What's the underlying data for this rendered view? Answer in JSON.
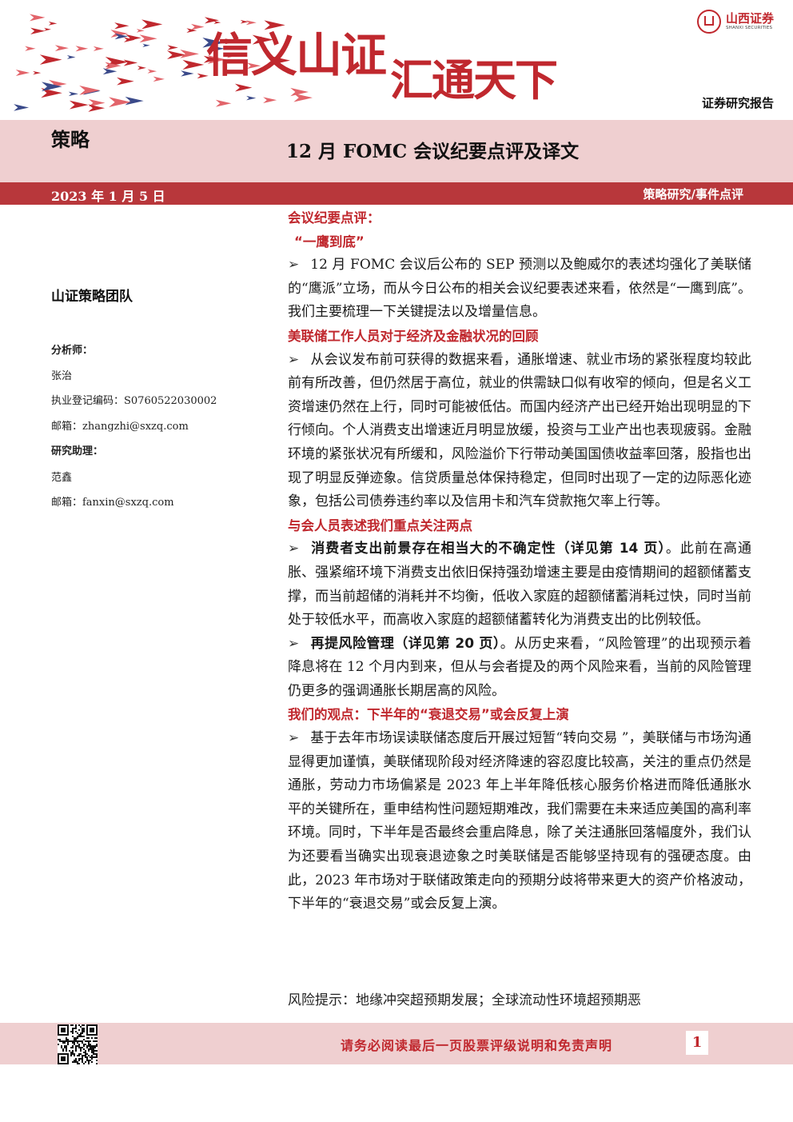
{
  "header": {
    "slogan_1": "信义山证",
    "slogan_2": "汇通天下",
    "logo_cn": "山西证券",
    "logo_en": "SHANXI SECURITIES",
    "report_type": "证券研究报告",
    "category": "策略",
    "title": "12 月 FOMC 会议纪要点评及译文",
    "date": "2023 年 1 月 5 日",
    "section_tag": "策略研究/事件点评"
  },
  "colors": {
    "brand_red": "#c0282e",
    "band_pink": "#efcfd0",
    "date_band": "#b8373b"
  },
  "left": {
    "team": "山证策略团队",
    "analyst_label": "分析师：",
    "analyst_name": "张治",
    "license": "执业登记编码：S0760522030002",
    "analyst_email": "邮箱：zhangzhi@sxzq.com",
    "assistant_label": "研究助理：",
    "assistant_name": "范鑫",
    "assistant_email": "邮箱：fanxin@sxzq.com"
  },
  "body": {
    "h1": "会议纪要点评：",
    "h1b": "“一鹰到底”",
    "p1": "12 月 FOMC 会议后公布的 SEP 预测以及鲍威尔的表述均强化了美联储的“鹰派”立场，而从今日公布的相关会议纪要表述来看，依然是“一鹰到底”。我们主要梳理一下关键提法以及增量信息。",
    "h2": "美联储工作人员对于经济及金融状况的回顾",
    "p2": "从会议发布前可获得的数据来看，通胀增速、就业市场的紧张程度均较此前有所改善，但仍然居于高位，就业的供需缺口似有收窄的倾向，但是名义工资增速仍然在上行，同时可能被低估。而国内经济产出已经开始出现明显的下行倾向。个人消费支出增速近月明显放缓，投资与工业产出也表现疲弱。金融环境的紧张状况有所缓和，风险溢价下行带动美国国债收益率回落，股指也出现了明显反弹迹象。信贷质量总体保持稳定，但同时出现了一定的边际恶化迹象，包括公司债券违约率以及信用卡和汽车贷款拖欠率上行等。",
    "h3": "与会人员表述我们重点关注两点",
    "p3_bold": "消费者支出前景存在相当大的不确定性（详见第 14 页）",
    "p3": "。此前在高通胀、强紧缩环境下消费支出依旧保持强劲增速主要是由疫情期间的超额储蓄支撑，而当前超储的消耗并不均衡，低收入家庭的超额储蓄消耗过快，同时当前处于较低水平，而高收入家庭的超额储蓄转化为消费支出的比例较低。",
    "p4_bold": "再提风险管理（详见第 20 页）",
    "p4": "。从历史来看，“风险管理”的出现预示着降息将在 12 个月内到来，但从与会者提及的两个风险来看，当前的风险管理仍更多的强调通胀长期居高的风险。",
    "h4": "我们的观点：下半年的“衰退交易”或会反复上演",
    "p5": "基于去年市场误读联储态度后开展过短暂“转向交易 ”，美联储与市场沟通显得更加谨慎，美联储现阶段对经济降速的容忍度比较高，关注的重点仍然是通胀，劳动力市场偏紧是 2023 年上半年降低核心服务价格进而降低通胀水平的关键所在，重申结构性问题短期难改，我们需要在未来适应美国的高利率环境。同时，下半年是否最终会重启降息，除了关注通胀回落幅度外，我们认为还要看当确实出现衰退迹象之时美联储是否能够坚持现有的强硬态度。由此，2023 年市场对于联储政策走向的预期分歧将带来更大的资产价格波动，下半年的“衰退交易”或会反复上演。",
    "risk": "风险提示：地缘冲突超预期发展；全球流动性环境超预期恶"
  },
  "footer": {
    "disclaimer": "请务必阅读最后一页股票评级说明和免责声明",
    "page": "1"
  }
}
